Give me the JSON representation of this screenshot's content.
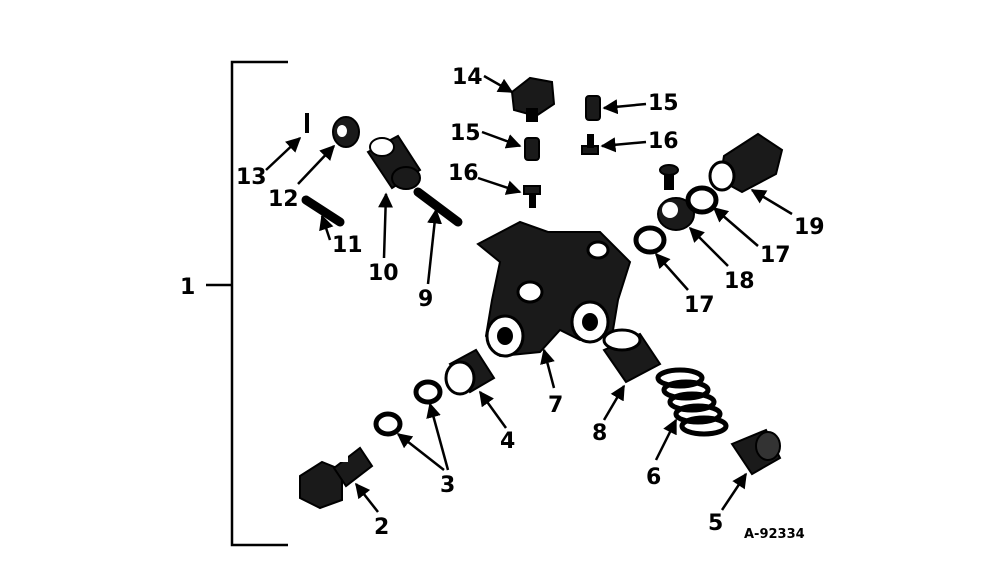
{
  "diagram": {
    "callouts": {
      "c1": "1",
      "c2": "2",
      "c3": "3",
      "c4": "4",
      "c5": "5",
      "c6": "6",
      "c7": "7",
      "c8": "8",
      "c9": "9",
      "c10": "10",
      "c11": "11",
      "c12": "12",
      "c13": "13",
      "c14": "14",
      "c15a": "15",
      "c15b": "15",
      "c16a": "16",
      "c16b": "16",
      "c17a": "17",
      "c17b": "17",
      "c18": "18",
      "c19": "19"
    },
    "drawing_code": "A-92334"
  }
}
